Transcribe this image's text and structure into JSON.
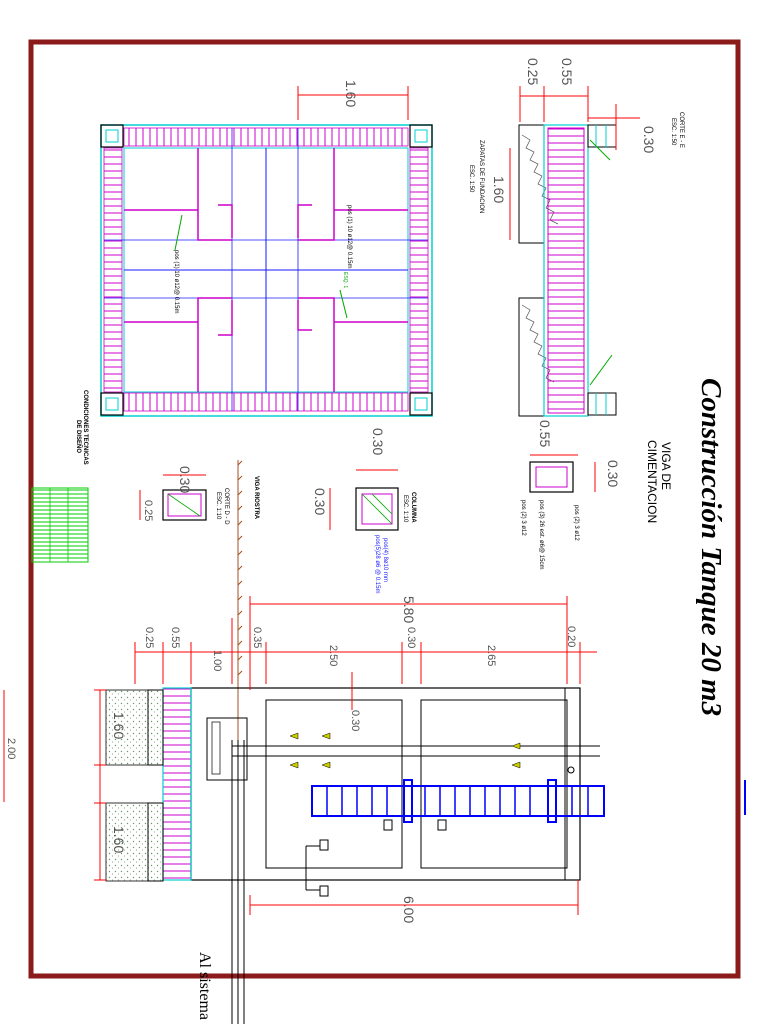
{
  "title": "Construcción Tanque 20 m3",
  "viga_cimentacion": {
    "line1": "VIGA DE",
    "line2": "CIMENTACION"
  },
  "viga_notes": [
    "pos (2) 3 ø12",
    "pos (3) 26 est. ø6@ 15cm",
    "pos (2) 3 ø12"
  ],
  "corte_ee": {
    "title": "CORTE E - E",
    "scale": "ESC. 1:50"
  },
  "zapatas": {
    "title": "ZAPATAS DE FUNDACION",
    "scale": "ESC. 1:50"
  },
  "columna": {
    "title": "COLUMNA",
    "scale": "ESC. 1:10",
    "notes": [
      "pos(4) 8ø10 mm",
      "pos(5)28 ø6 @ 0.15m"
    ]
  },
  "corte_dd": {
    "title": "CORTE D - D",
    "scale": "ESC. 1:10"
  },
  "viga_riostra": "VIGA RIOSTRA",
  "condiciones": [
    "CONDICIONES TECNICAS",
    "DE DISEÑO"
  ],
  "plan_notes": {
    "pos1_a": "pos (1) 10 ø12@ 0.15m",
    "pos1_b": "pos (1) 10 ø12@ 0.15m",
    "esq": "ESQ. 1"
  },
  "al_sistema": "Al sistema",
  "dims": {
    "top_160": "1.60",
    "top_055": "0.55",
    "top_025": "0.25",
    "top_030": "0.30",
    "zap_160": "1.60",
    "viga_055": "0.55",
    "viga_030": "0.30",
    "col_030a": "0.30",
    "col_030b": "0.30",
    "dd_030": "0.30",
    "dd_025": "0.25",
    "d580": "5.80",
    "d025": "0.25",
    "d055": "0.55",
    "d100": "1.00",
    "d035": "0.35",
    "d250": "2.50",
    "d030": "0.30",
    "d265": "2.65",
    "d020": "0.20",
    "d030b": "0.30",
    "s160a": "1.60",
    "s160b": "1.60",
    "d600": "6.00",
    "d200": "2.00"
  },
  "colors": {
    "frame": "#8b1a1a",
    "cyan": "#00d0d0",
    "magenta": "#cc00cc",
    "red": "#ff0000",
    "blue": "#0000ff",
    "green": "#00aa00"
  }
}
